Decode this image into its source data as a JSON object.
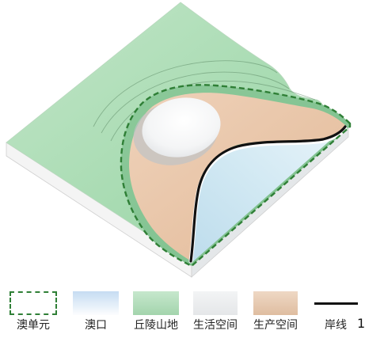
{
  "figure_number": "1",
  "legend": {
    "items": [
      {
        "label": "澳单元",
        "color": "#2f7f36"
      },
      {
        "label": "澳口",
        "color": "#c5dcf2"
      },
      {
        "label": "丘陵山地",
        "color": "#a8dbb2"
      },
      {
        "label": "生活空间",
        "color": "#eceef0"
      },
      {
        "label": "生产空间",
        "color": "#e6c3a5"
      },
      {
        "label": "岸线",
        "color": "#111111"
      }
    ]
  },
  "colors": {
    "hill": "#a8dbb2",
    "water": "#cfe6f2",
    "production_space": "#e8c3a5",
    "living_space": "#f2f2f2",
    "shoreline": "#111111",
    "unit_boundary": "#2f7f36"
  }
}
